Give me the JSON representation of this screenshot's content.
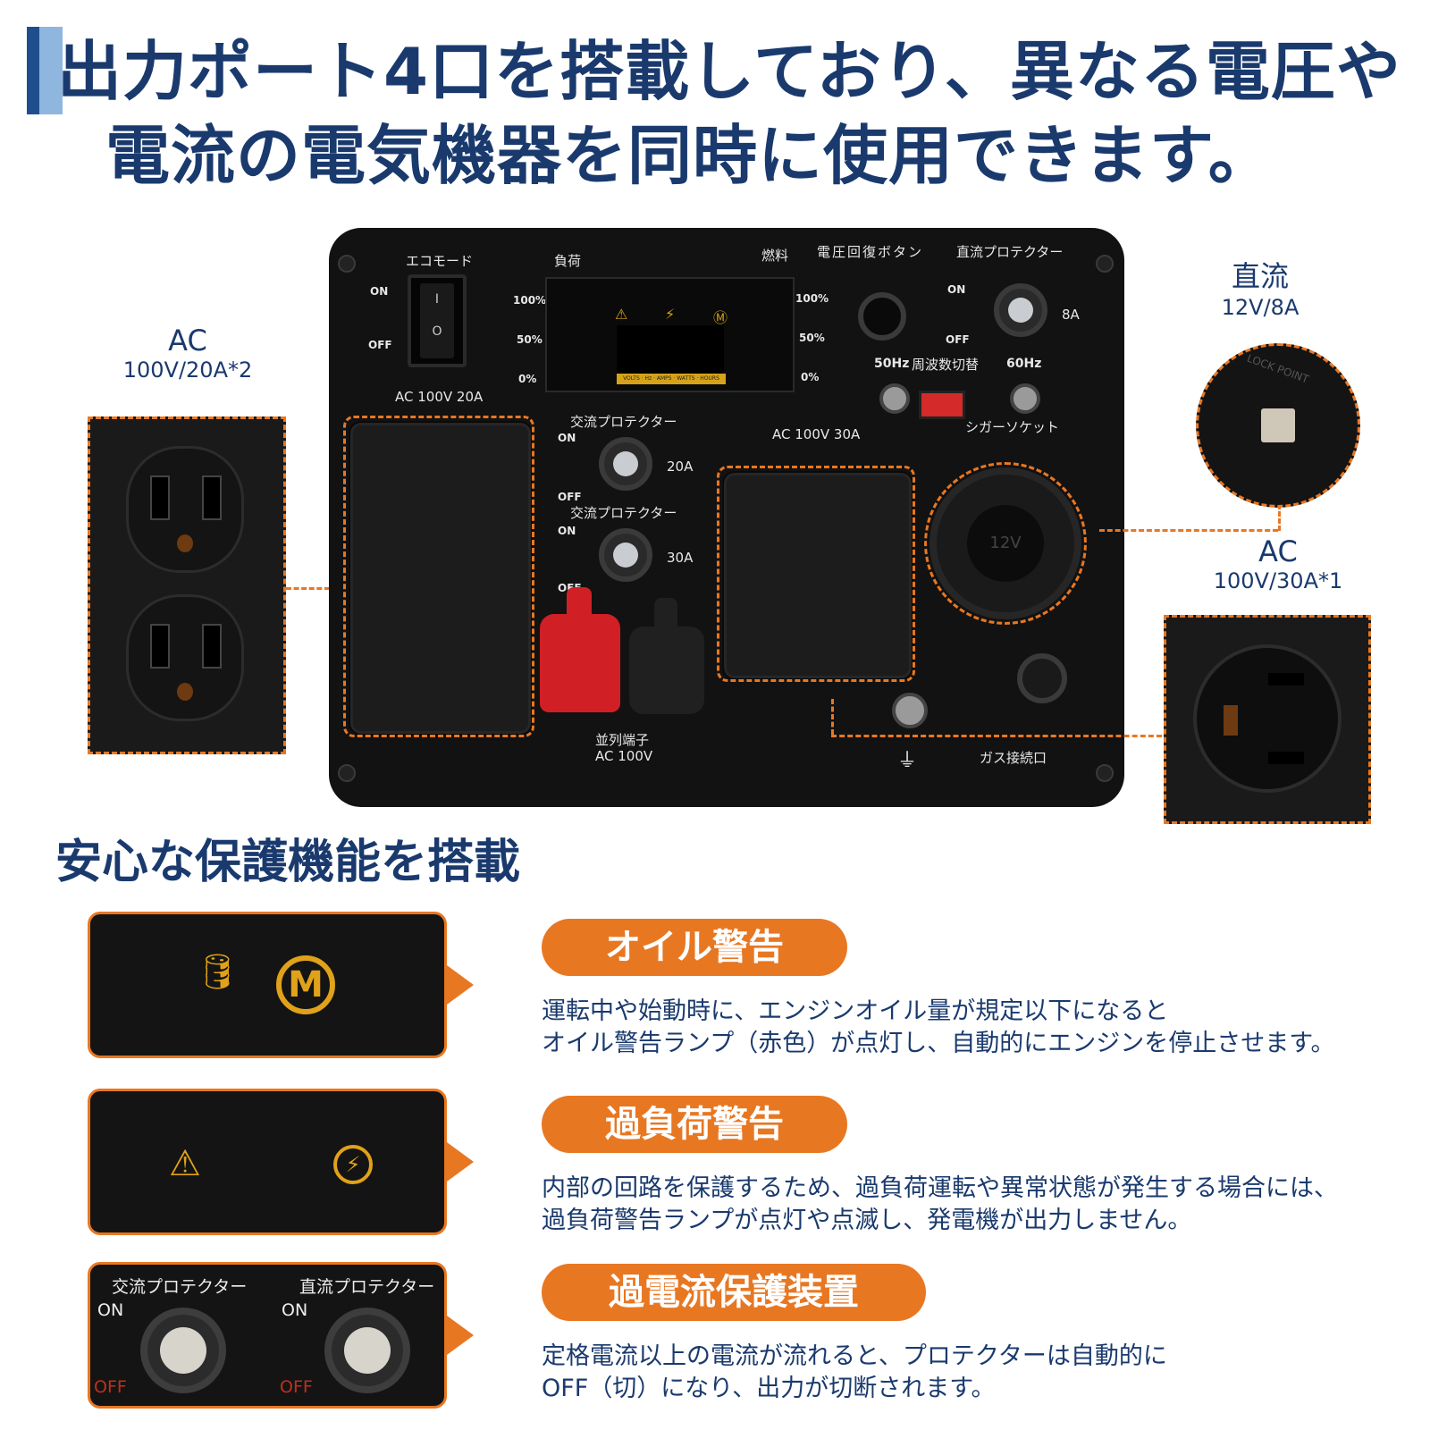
{
  "headline": {
    "line1": "出力ポート4口を搭載しており、異なる電圧や",
    "line2": "電流の電気機器を同時に使用できます。"
  },
  "panel_labels": {
    "eco_mode": "エコモード",
    "on": "ON",
    "off": "OFF",
    "load": "負荷",
    "fuel": "燃料",
    "voltage_reset": "電圧回復ボタン",
    "dc_protector": "直流プロテクター",
    "pct100": "100%",
    "pct50": "50%",
    "pct0": "0%",
    "dc_amp": "8A",
    "hz50": "50Hz",
    "hz_switch": "周波数切替",
    "hz60": "60Hz",
    "ac20": "AC 100V 20A",
    "ac30": "AC 100V 30A",
    "cigar": "シガーソケット",
    "ac_protector": "交流プロテクター",
    "amp20": "20A",
    "amp30": "30A",
    "display_strip": "VOLTS · Hz · AMPS · WATTS · HOURS",
    "socket_12v": "12V",
    "parallel": "並列端子",
    "parallel_v": "AC 100V",
    "gas": "ガス接続口"
  },
  "annotations": {
    "ac_left_title": "AC",
    "ac_left_spec": "100V/20A*2",
    "dc_title": "直流",
    "dc_spec": "12V/8A",
    "ac_right_title": "AC",
    "ac_right_spec": "100V/30A*1",
    "lock_point": "LOCK POINT"
  },
  "section_title": "安心な保護機能を搭載",
  "features": [
    {
      "title": "オイル警告",
      "desc1": "運転中や始動時に、エンジンオイル量が規定以下になると",
      "desc2": "オイル警告ランプ（赤色）が点灯し、自動的にエンジンを停止させます。",
      "icon": "oil-warning-icon",
      "icon_letter": "M"
    },
    {
      "title": "過負荷警告",
      "desc1": "内部の回路を保護するため、過負荷運転や異常状態が発生する場合には、",
      "desc2": "過負荷警告ランプが点灯や点滅し、発電機が出力しません。",
      "icon": "overload-warning-icon"
    },
    {
      "title": "過電流保護装置",
      "desc1": "定格電流以上の電流が流れると、プロテクターは自動的に",
      "desc2": "OFF（切）になり、出力が切断されます。",
      "icon": "protector-icon",
      "ac_label": "交流プロテクター",
      "dc_label": "直流プロテクター",
      "on": "ON",
      "off": "OFF"
    }
  ],
  "colors": {
    "navy": "#1a3a6e",
    "orange": "#e87722",
    "amber": "#e0a21a"
  }
}
